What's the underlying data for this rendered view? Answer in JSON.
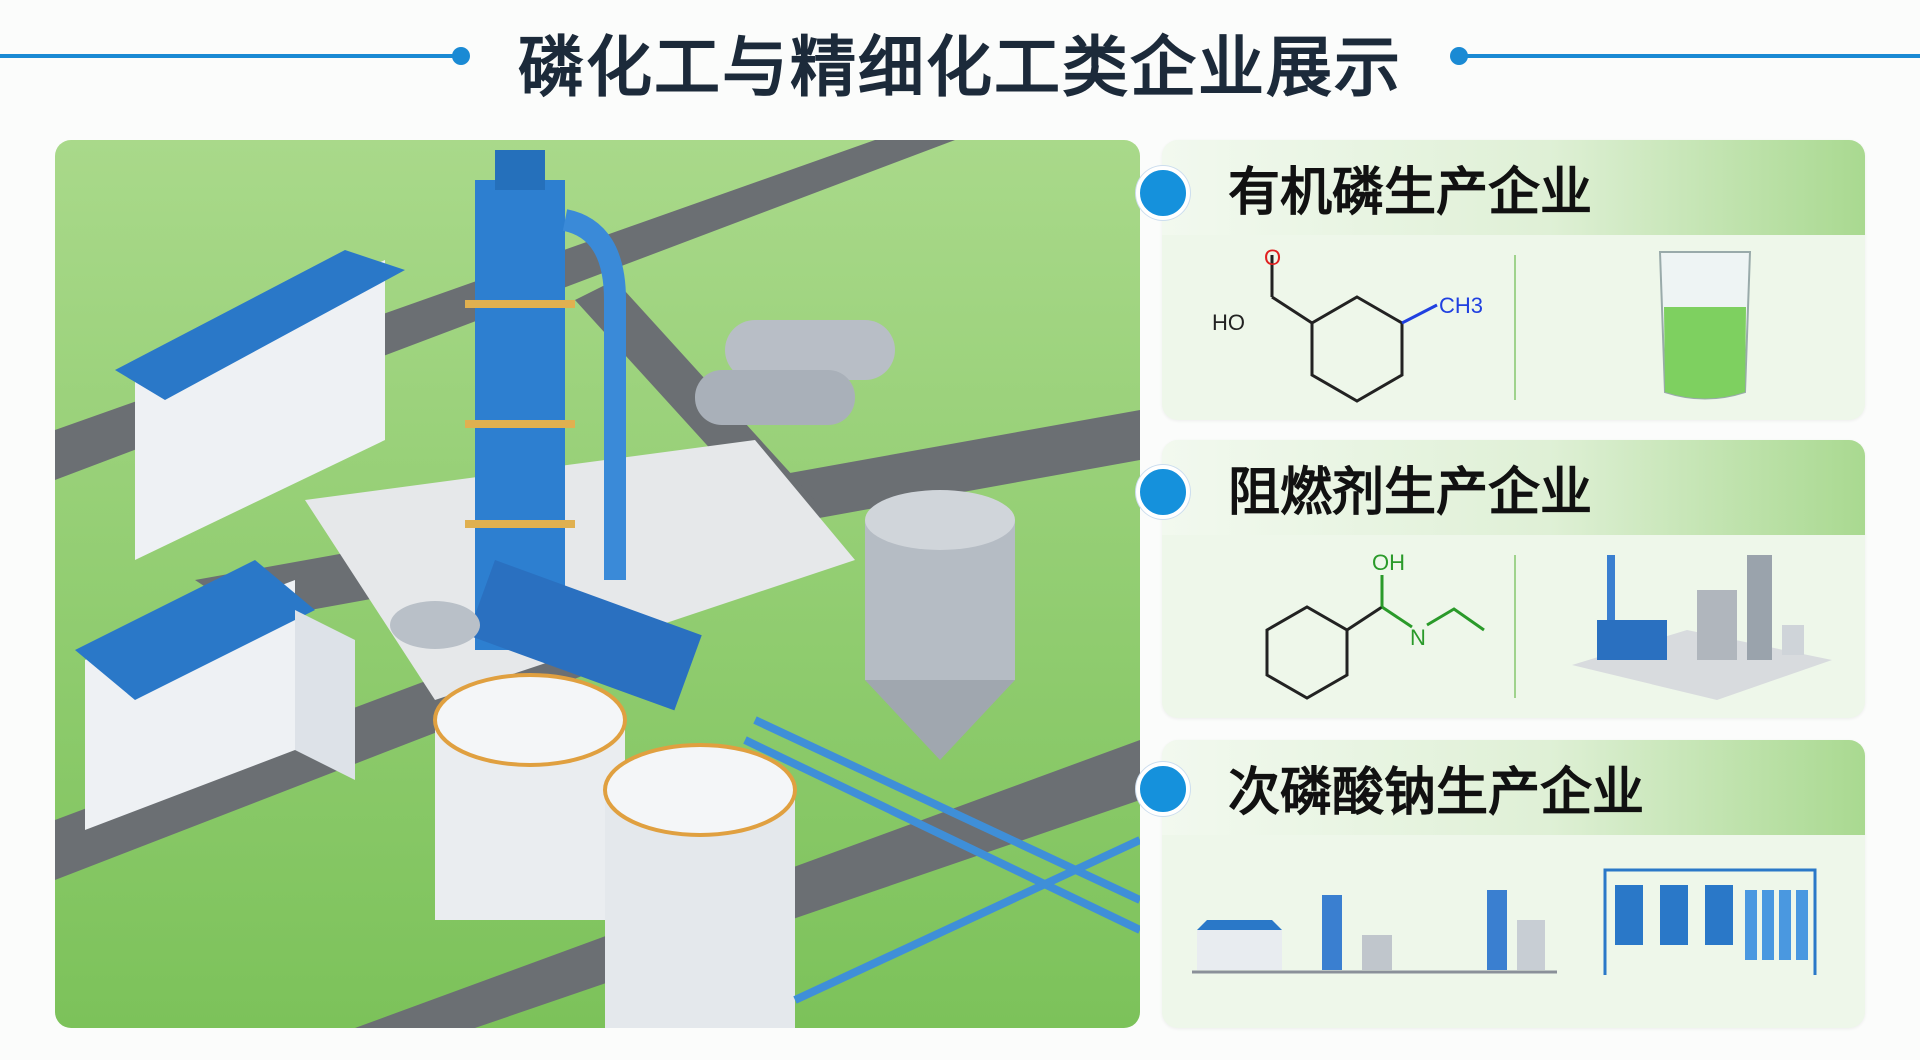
{
  "title": "磷化工与精细化工类企业展示",
  "colors": {
    "accent": "#1a8ad4",
    "header_green": "#a9d990"
  },
  "cards": [
    {
      "title": "有机磷生产企业",
      "formula_labels": {
        "o": "O",
        "ho": "HO",
        "ch3": "CH3"
      },
      "image": "beaker-icon"
    },
    {
      "title": "阻燃剂生产企业",
      "formula_labels": {
        "oh": "OH",
        "n": "N"
      },
      "image": "plant-icon"
    },
    {
      "title": "次磷酸钠生产企业",
      "images": [
        "production-line-icon",
        "reactor-tanks-icon"
      ]
    }
  ]
}
